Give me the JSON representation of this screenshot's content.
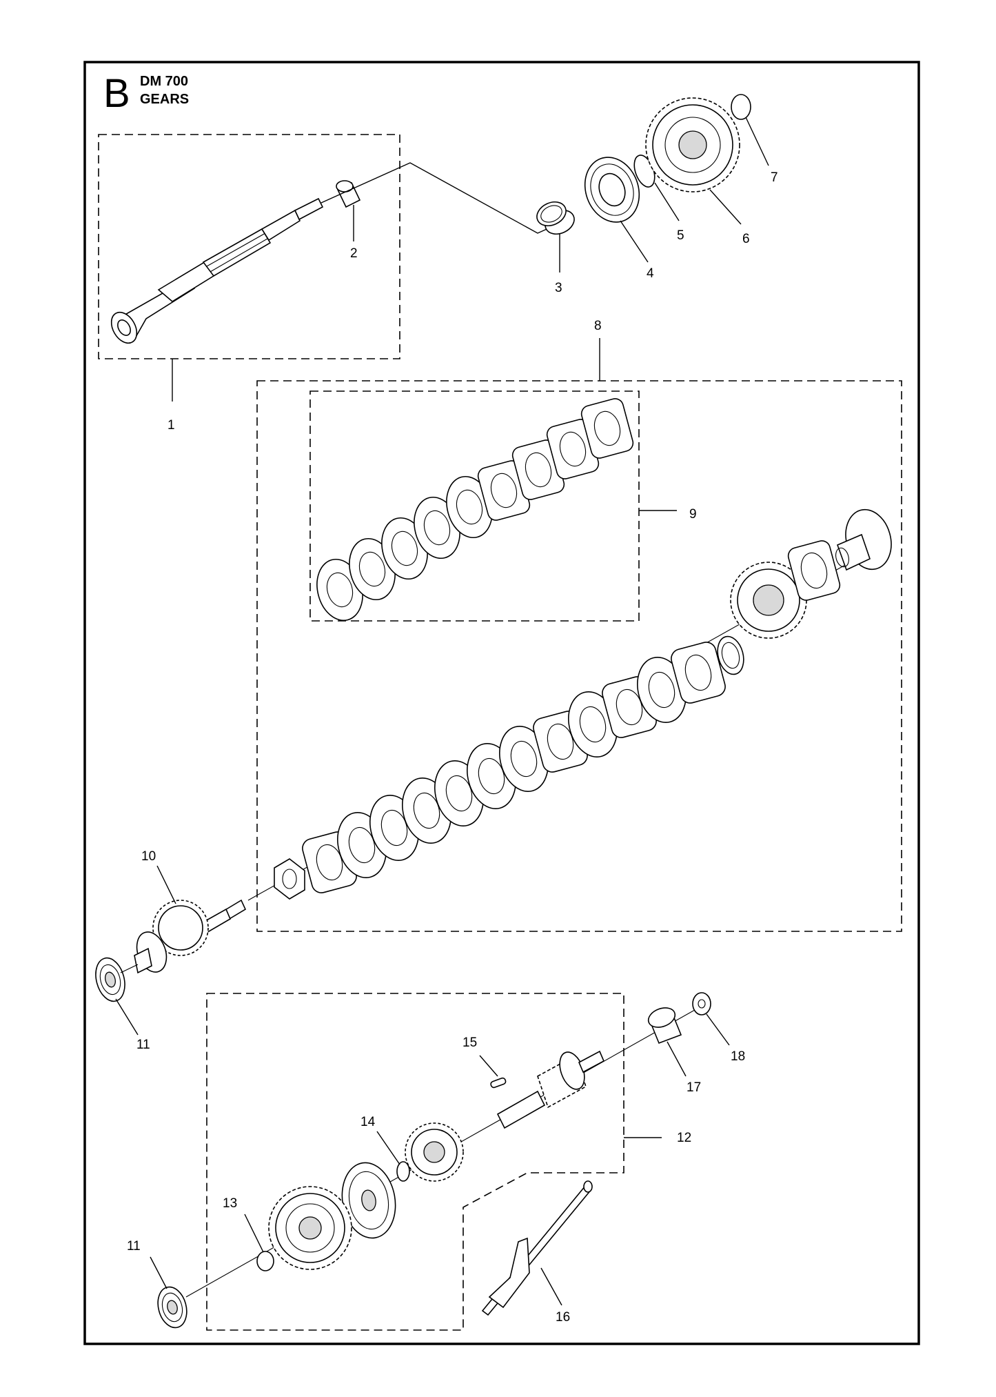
{
  "header": {
    "section_letter": "B",
    "model": "DM 700",
    "group": "GEARS"
  },
  "callouts": [
    "1",
    "2",
    "3",
    "4",
    "5",
    "6",
    "7",
    "8",
    "9",
    "10",
    "11",
    "11",
    "12",
    "13",
    "14",
    "15",
    "16",
    "17",
    "18"
  ]
}
